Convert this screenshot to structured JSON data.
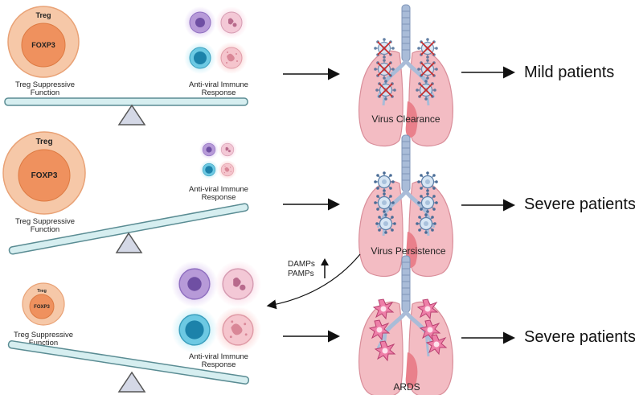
{
  "treg": {
    "label": "Treg",
    "core_label": "FOXP3",
    "function_line1": "Treg Suppressive",
    "function_line2": "Function"
  },
  "immune": {
    "line1": "Anti-viral Immune",
    "line2": "Response"
  },
  "lungs": {
    "row1_caption": "Virus Clearance",
    "row2_caption": "Virus Persistence",
    "row3_caption": "ARDS"
  },
  "outcomes": {
    "row1": "Mild patients",
    "row2": "Severe patients",
    "row3": "Severe patients"
  },
  "feedback": {
    "line1": "DAMPs",
    "line2": "PAMPs"
  },
  "colors": {
    "treg_outer": "#f6c8a8",
    "treg_core": "#ef915e",
    "seesaw_board": "#d6eef0",
    "seesaw_stroke": "#5a8c93",
    "fulcrum": "#d4d8e6",
    "lung": "#f3bcc3",
    "trachea": "#a9bcd8",
    "virus": "#cfe2f2",
    "ards_burst": "#ee7fa8"
  },
  "icons": [
    "dendritic-cell-icon",
    "macrophage-icon",
    "lymphocyte-icon",
    "neutrophil-icon",
    "virus-icon",
    "damage-burst-icon",
    "up-arrow-icon"
  ]
}
